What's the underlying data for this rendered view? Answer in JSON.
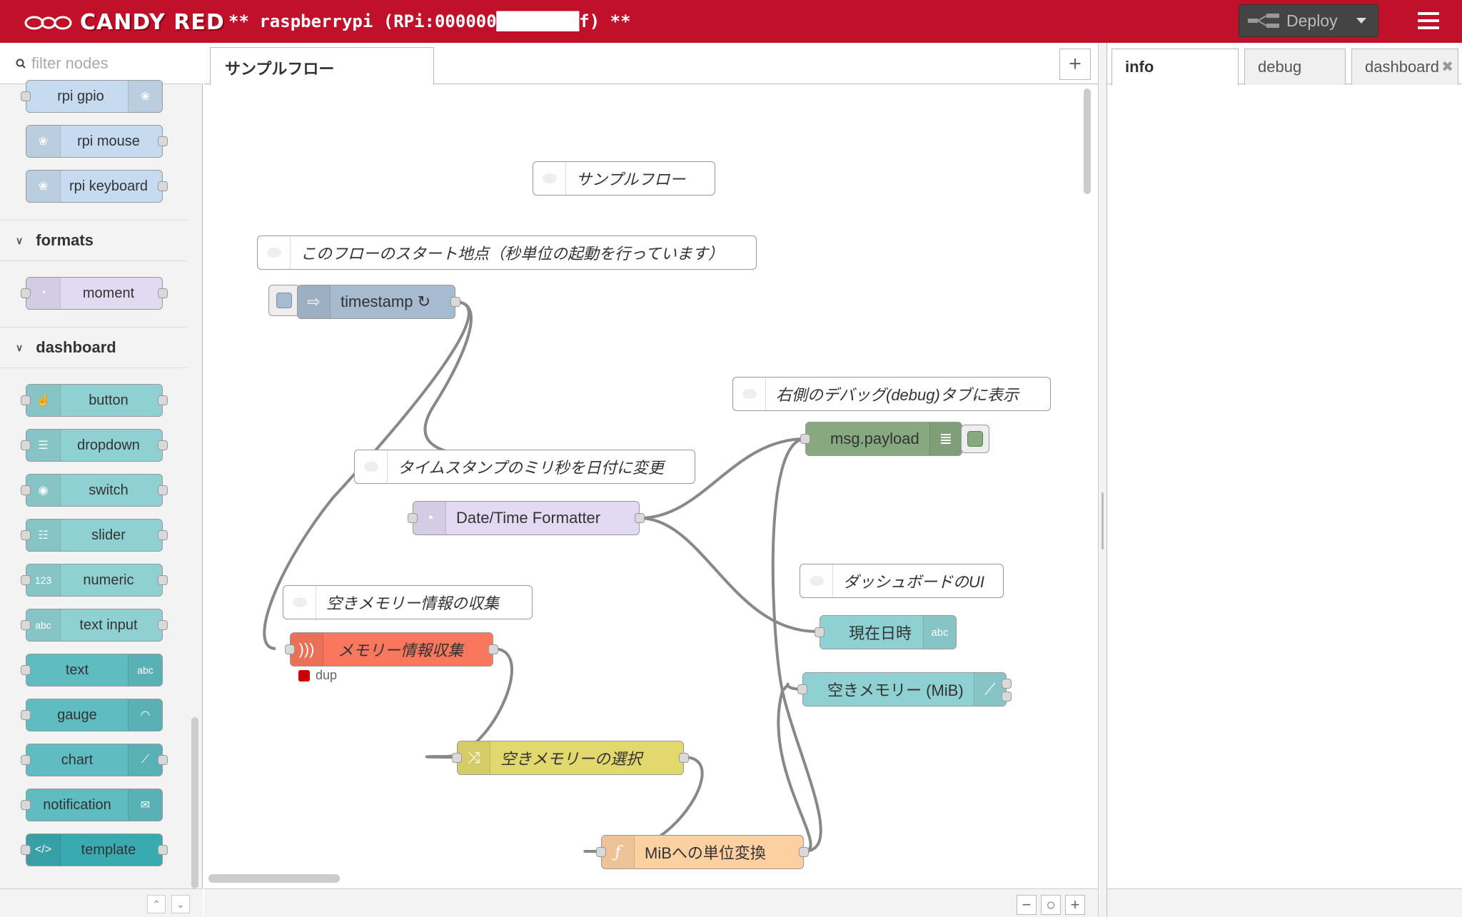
{
  "header": {
    "logo_text": "CANDY RED",
    "title": "** raspberrypi (RPi:000000████████f) **",
    "deploy_label": "Deploy"
  },
  "palette": {
    "filter_placeholder": "filter nodes",
    "nodes_top": [
      {
        "label": "rpi gpio"
      },
      {
        "label": "rpi mouse"
      },
      {
        "label": "rpi keyboard"
      }
    ],
    "categories": [
      {
        "label": "formats",
        "nodes": [
          {
            "label": "moment"
          }
        ]
      },
      {
        "label": "dashboard",
        "nodes": [
          {
            "label": "button"
          },
          {
            "label": "dropdown"
          },
          {
            "label": "switch"
          },
          {
            "label": "slider"
          },
          {
            "label": "numeric"
          },
          {
            "label": "text input"
          },
          {
            "label": "text"
          },
          {
            "label": "gauge"
          },
          {
            "label": "chart"
          },
          {
            "label": "notification"
          },
          {
            "label": "template"
          }
        ]
      }
    ],
    "icon_labels": {
      "numeric": "123",
      "abc": "abc"
    }
  },
  "workspace": {
    "tab_label": "サンプルフロー",
    "comments": [
      "サンプルフロー",
      "このフローのスタート地点（秒単位の起動を行っています）",
      "右側のデバッグ(debug)タブに表示",
      "タイムスタンプのミリ秒を日付に変更",
      "ダッシュボードのUI",
      "空きメモリー情報の収集"
    ],
    "nodes": {
      "timestamp": "timestamp ↻",
      "msgpayload": "msg.payload",
      "datetime": "Date/Time Formatter",
      "genzai": "現在日時",
      "akimem": "空きメモリー (MiB)",
      "memcollect": "メモリー情報収集",
      "select": "空きメモリーの選択",
      "mib": "MiBへの単位変換"
    },
    "status_dup": "dup"
  },
  "sidebar": {
    "tabs": [
      "info",
      "debug",
      "dashboard"
    ]
  },
  "colors": {
    "header": "#c0102a",
    "rpi": "#c6dbef",
    "moment": "#e2d9f3",
    "dashboard": "#8fd1d3",
    "dashboard_dark": "#5fbcc1",
    "inject": "#a6bbcf",
    "debug": "#87a980",
    "exec": "#f9775d",
    "change": "#e2d96e",
    "function": "#fdd0a2"
  }
}
